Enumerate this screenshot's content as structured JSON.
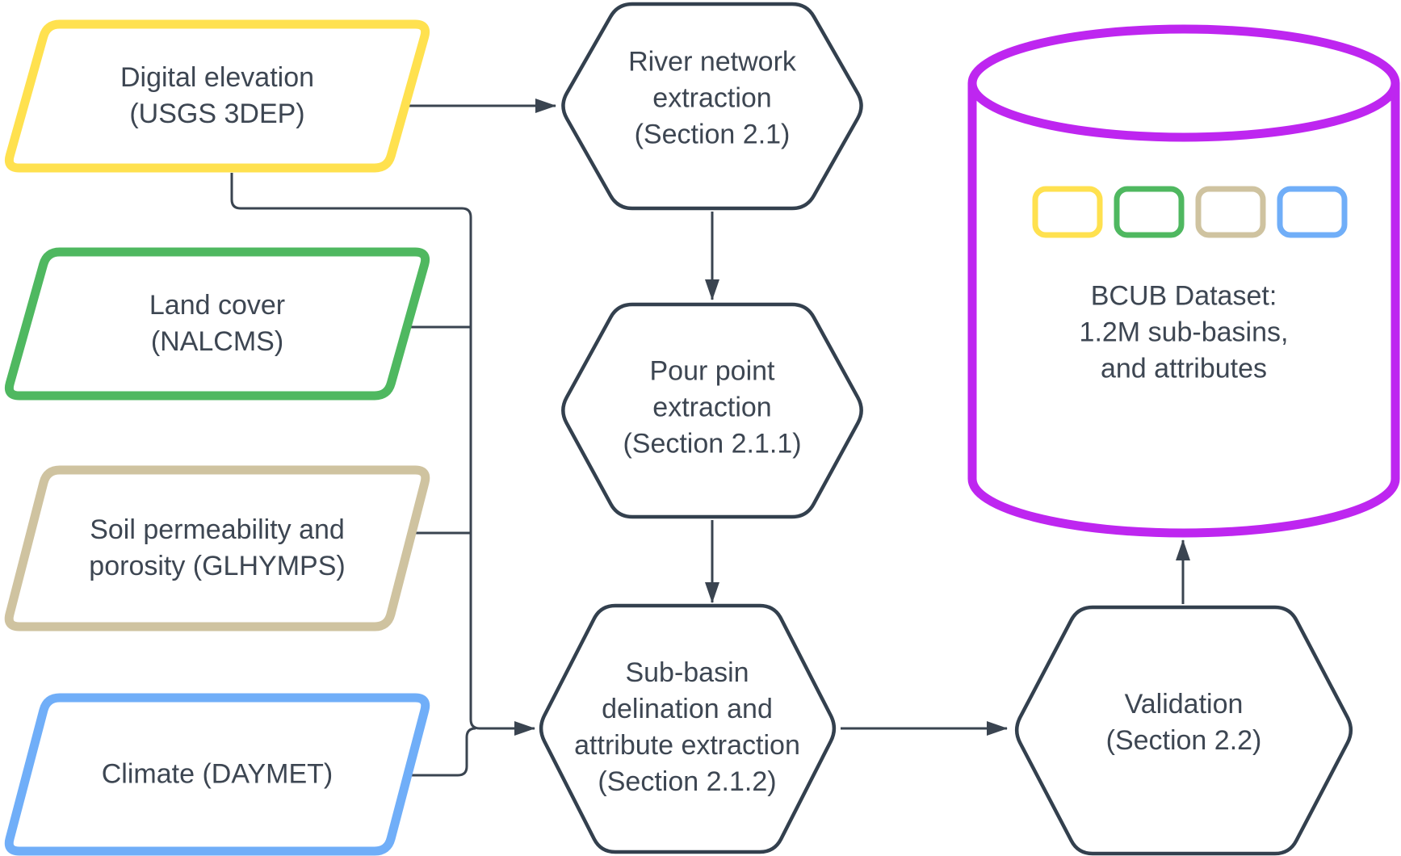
{
  "diagram": {
    "title_hint": "BCUB dataset processing flowchart",
    "colors": {
      "text": "#3d4652",
      "line": "#3a4450",
      "hexagon_border": "#33404e",
      "yellow": "#ffe14f",
      "green": "#4fb860",
      "tan": "#cfc3a0",
      "blue": "#70aef8",
      "purple": "#be26f0"
    },
    "inputs": [
      {
        "id": "digital-elevation",
        "label": "Digital elevation\n(USGS 3DEP)",
        "color": "#ffe14f"
      },
      {
        "id": "land-cover",
        "label": "Land cover\n(NALCMS)",
        "color": "#4fb860"
      },
      {
        "id": "soil",
        "label": "Soil permeability and\nporosity (GLHYMPS)",
        "color": "#cfc3a0"
      },
      {
        "id": "climate",
        "label": "Climate (DAYMET)",
        "color": "#70aef8"
      }
    ],
    "processes": [
      {
        "id": "river-network",
        "label": "River network\nextraction\n(Section 2.1)"
      },
      {
        "id": "pour-point",
        "label": "Pour point\nextraction\n(Section 2.1.1)"
      },
      {
        "id": "sub-basin",
        "label": "Sub-basin\ndelination and\nattribute extraction\n(Section 2.1.2)"
      },
      {
        "id": "validation",
        "label": "Validation\n(Section 2.2)"
      }
    ],
    "output": {
      "label": "BCUB Dataset:\n1.2M sub-basins,\nand attributes",
      "color": "#be26f0",
      "legend_colors": [
        "#ffe14f",
        "#4fb860",
        "#cfc3a0",
        "#70aef8"
      ]
    }
  }
}
